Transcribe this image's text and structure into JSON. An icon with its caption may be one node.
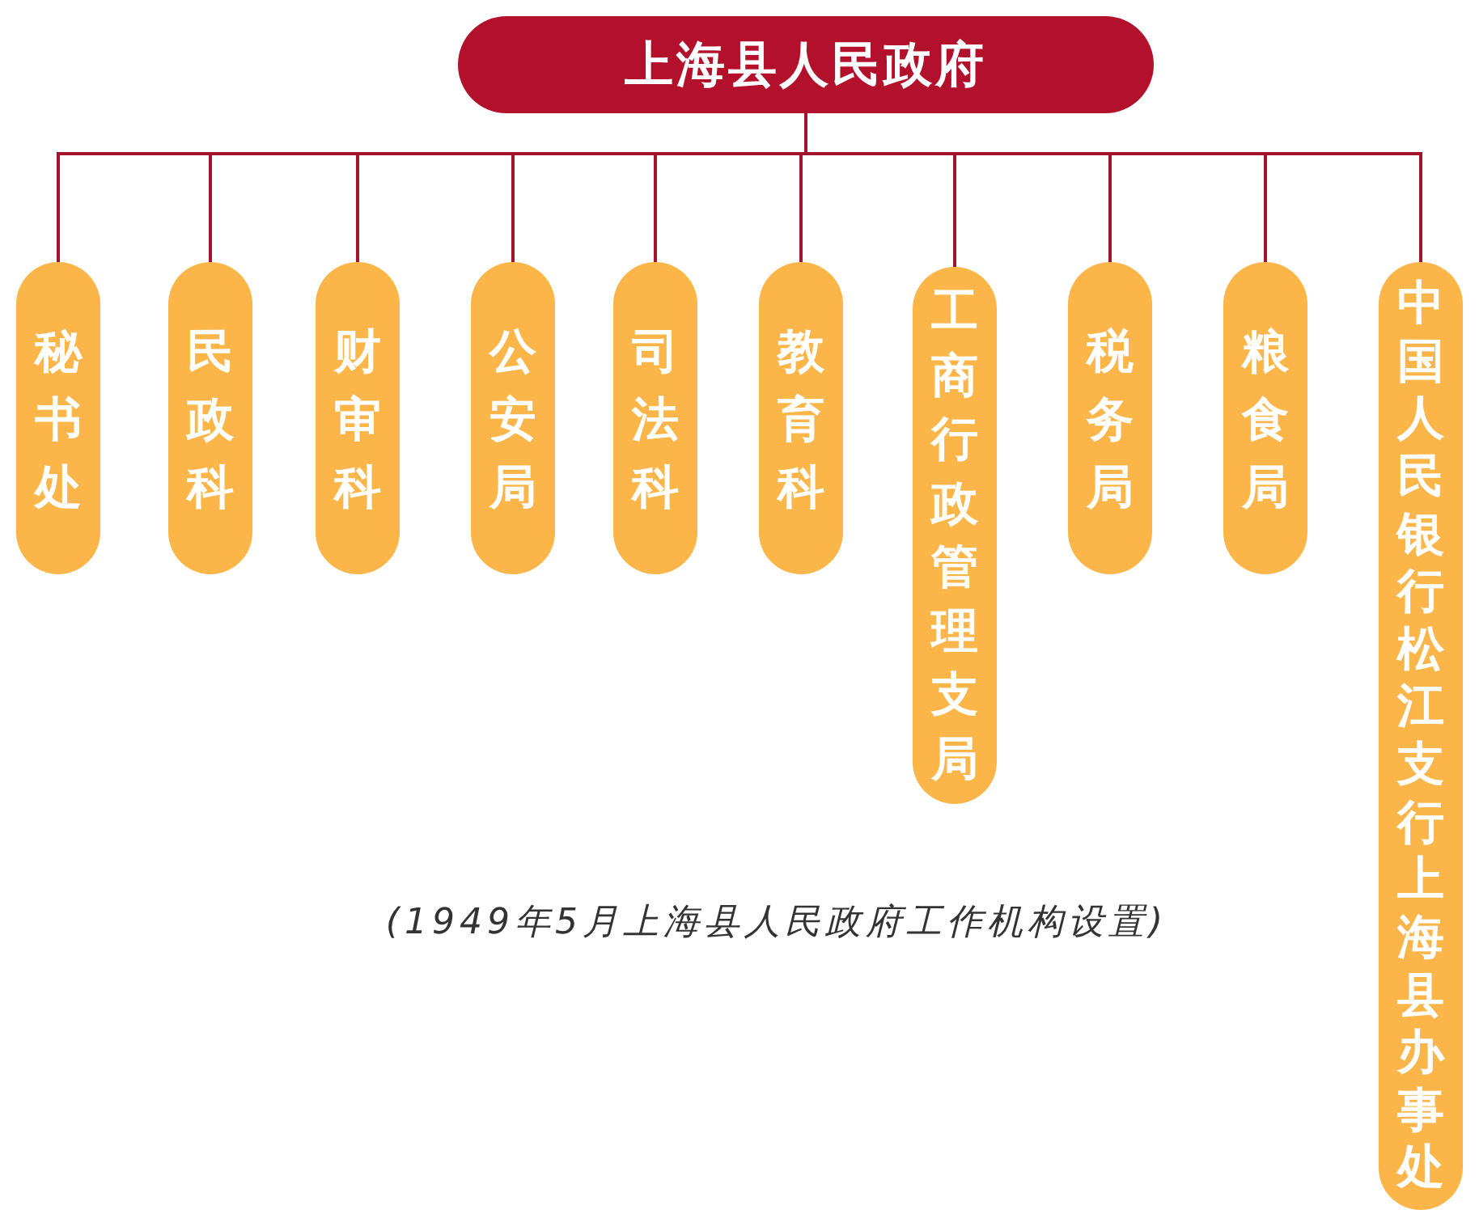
{
  "diagram": {
    "caption": "(1949年5月上海县人民政府工作机构设置)",
    "nodes": [
      {
        "text": [
          "上海县人民政府"
        ]
      },
      {
        "text": [
          "秘书处"
        ]
      },
      {
        "text": [
          "民政科"
        ]
      },
      {
        "text": [
          "财审科"
        ]
      },
      {
        "text": [
          "公安局"
        ]
      },
      {
        "text": [
          "司法科"
        ]
      },
      {
        "text": [
          "教育科"
        ]
      },
      {
        "text": [
          "工商行政管理支局"
        ]
      },
      {
        "text": [
          "税务局"
        ]
      },
      {
        "text": [
          "粮食局"
        ]
      },
      {
        "text": [
          "中国人民银行松江支行上海县办事处"
        ]
      }
    ],
    "edges": [
      {
        "from": 0,
        "to": 1,
        "arrow": "none"
      },
      {
        "from": 0,
        "to": 2,
        "arrow": "none"
      },
      {
        "from": 0,
        "to": 3,
        "arrow": "none"
      },
      {
        "from": 0,
        "to": 4,
        "arrow": "none"
      },
      {
        "from": 0,
        "to": 5,
        "arrow": "none"
      },
      {
        "from": 0,
        "to": 6,
        "arrow": "none"
      },
      {
        "from": 0,
        "to": 7,
        "arrow": "none"
      },
      {
        "from": 0,
        "to": 8,
        "arrow": "none"
      },
      {
        "from": 0,
        "to": 9,
        "arrow": "none"
      },
      {
        "from": 0,
        "to": 10,
        "arrow": "none"
      }
    ]
  }
}
